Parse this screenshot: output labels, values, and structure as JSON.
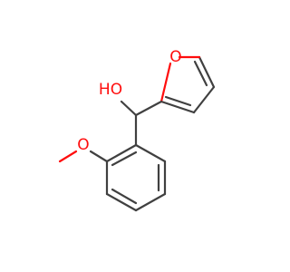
{
  "molecule": {
    "atom_labels": {
      "furan_oxygen": "O",
      "hydroxyl": "HO",
      "methoxy_oxygen": "O"
    },
    "colors": {
      "bond": "#404040",
      "oxygen": "#ff0d0d",
      "background": "#ffffff"
    }
  }
}
